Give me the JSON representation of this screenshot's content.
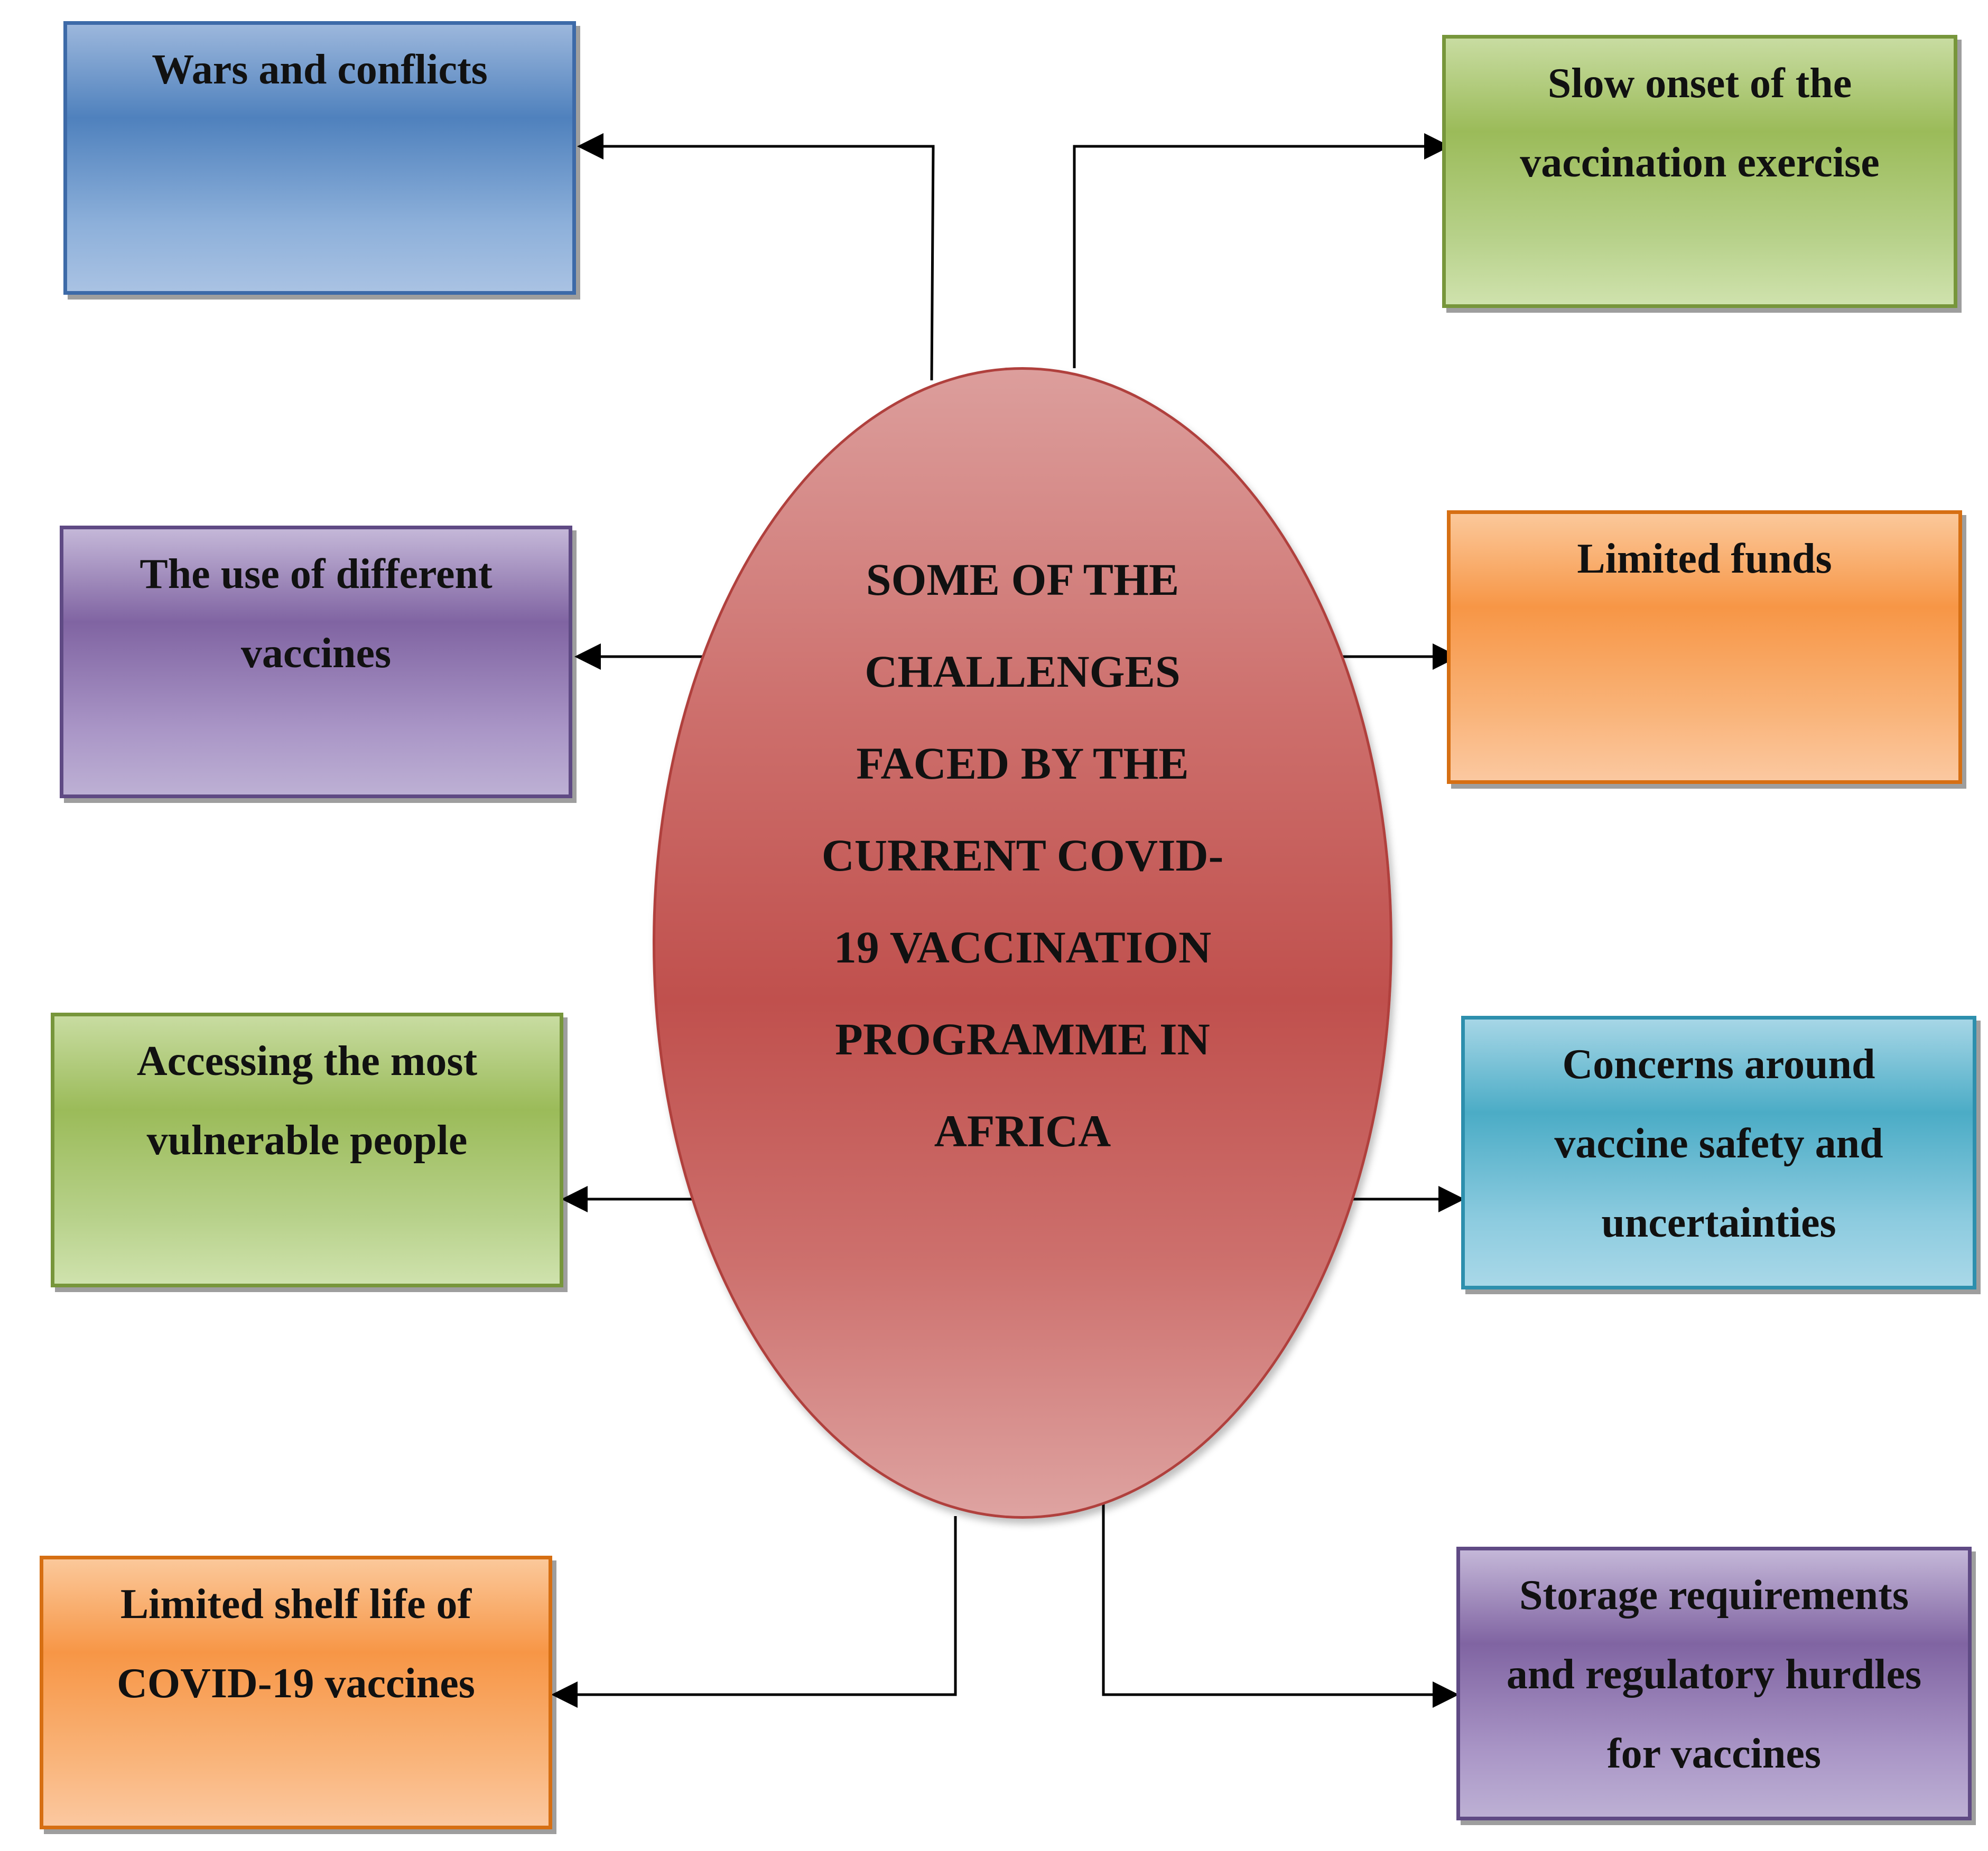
{
  "center": {
    "text": "SOME OF THE\nCHALLENGES\nFACED BY THE\nCURRENT COVID-\n19 VACCINATION\nPROGRAMME IN\nAFRICA",
    "color": "#c0504d"
  },
  "challenges": {
    "wars_and_conflicts": "Wars and conflicts",
    "different_vaccines": "The use of different\nvaccines",
    "vulnerable_people": "Accessing the most\nvulnerable people",
    "shelf_life": "Limited shelf life of\nCOVID-19 vaccines",
    "slow_onset": "Slow onset of the\nvaccination exercise",
    "limited_funds": "Limited funds",
    "safety_concerns": "Concerns around\nvaccine safety and\nuncertainties",
    "storage_regulatory": "Storage requirements\nand regulatory hurdles\nfor vaccines"
  },
  "colors": {
    "blue": "#4f81bd",
    "green": "#9bbb59",
    "purple": "#8064a2",
    "orange": "#f79646",
    "teal": "#4bacc6"
  }
}
